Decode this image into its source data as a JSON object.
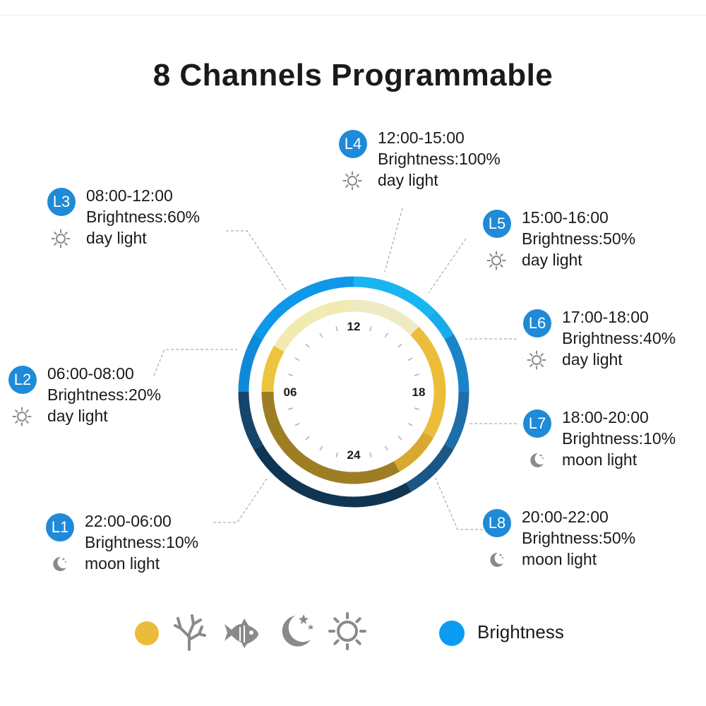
{
  "title": "8 Channels Programmable",
  "colors": {
    "badge": "#1e8ad8",
    "channel_yellow": "#ebbc3a",
    "brightness_blue": "#0b9cf2",
    "icon_gray": "#8a8a8a"
  },
  "clock": {
    "labels": {
      "top": "12",
      "left": "06",
      "right": "18",
      "bottom": "24"
    }
  },
  "channels": [
    {
      "id": "L1",
      "time": "22:00-06:00",
      "brightness": "Brightness:10%",
      "mode": "moon light",
      "icon": "moon-icon"
    },
    {
      "id": "L2",
      "time": "06:00-08:00",
      "brightness": "Brightness:20%",
      "mode": "day light",
      "icon": "sun-icon"
    },
    {
      "id": "L3",
      "time": "08:00-12:00",
      "brightness": "Brightness:60%",
      "mode": "day light",
      "icon": "sun-icon"
    },
    {
      "id": "L4",
      "time": "12:00-15:00",
      "brightness": "Brightness:100%",
      "mode": "day light",
      "icon": "sun-icon"
    },
    {
      "id": "L5",
      "time": "15:00-16:00",
      "brightness": "Brightness:50%",
      "mode": "day light",
      "icon": "sun-icon"
    },
    {
      "id": "L6",
      "time": "17:00-18:00",
      "brightness": "Brightness:40%",
      "mode": "day light",
      "icon": "sun-icon"
    },
    {
      "id": "L7",
      "time": "18:00-20:00",
      "brightness": "Brightness:10%",
      "mode": "moon light",
      "icon": "moon-icon"
    },
    {
      "id": "L8",
      "time": "20:00-22:00",
      "brightness": "Brightness:50%",
      "mode": "moon light",
      "icon": "moon-icon"
    }
  ],
  "legend": {
    "icons": [
      "yellow-dot",
      "coral-icon",
      "fish-icon",
      "moon-stars-icon",
      "sun-icon"
    ],
    "brightness_label": "Brightness"
  }
}
